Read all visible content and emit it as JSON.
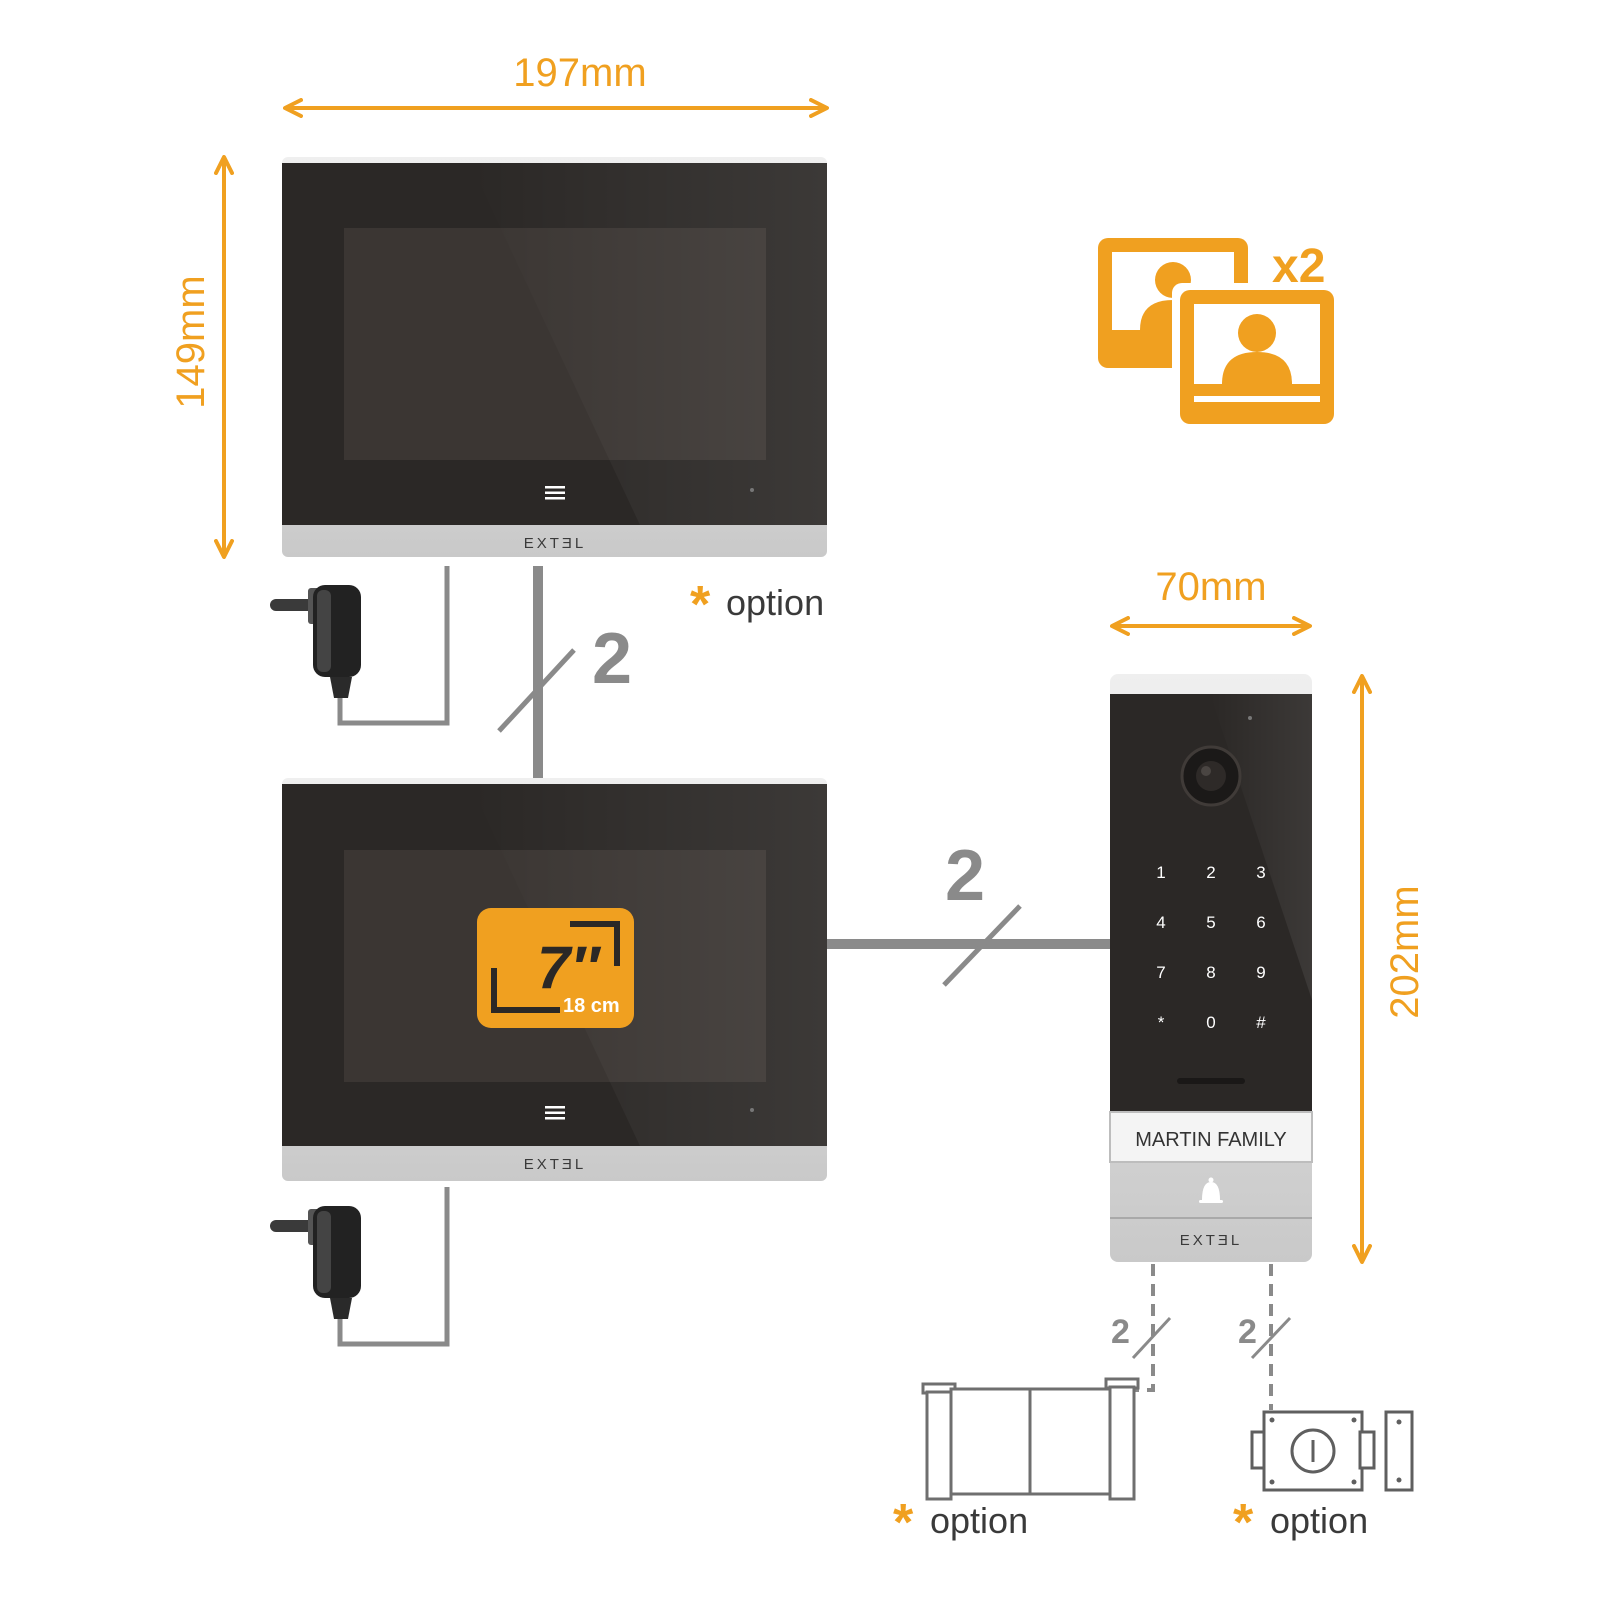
{
  "colors": {
    "accent": "#F0A020",
    "wire": "#8A8A8A",
    "screen_bezel": "#2B2826",
    "screen_glass": "#3B3633",
    "frame_silver": "#D9D9D9",
    "text_dark": "#3A3A3A"
  },
  "dimensions": {
    "monitor_width": "197mm",
    "monitor_height": "149mm",
    "door_unit_width": "70mm",
    "door_unit_height": "202mm"
  },
  "multi_monitor_badge": {
    "count_label": "x2",
    "icon": "two-monitors-icon"
  },
  "monitors": [
    {
      "brand": "EXTƎL",
      "menu_icon": "menu-lines-icon"
    },
    {
      "brand": "EXTƎL",
      "menu_icon": "menu-lines-icon",
      "size_badge": {
        "inches": "7″",
        "cm": "18 cm"
      }
    }
  ],
  "wiring": {
    "monitor_link_wires": "2",
    "door_link_wires": "2",
    "gate_wires": "2",
    "lock_wires": "2"
  },
  "door_unit": {
    "brand": "EXTƎL",
    "nameplate": "MARTIN FAMILY",
    "keypad": [
      "1",
      "2",
      "3",
      "4",
      "5",
      "6",
      "7",
      "8",
      "9",
      "*",
      "0",
      "#"
    ],
    "bell_icon": "bell-icon",
    "camera_icon": "camera-lens-icon"
  },
  "options": {
    "asterisk": "*",
    "second_monitor_label": "option",
    "gate_label": "option",
    "lock_label": "option"
  }
}
